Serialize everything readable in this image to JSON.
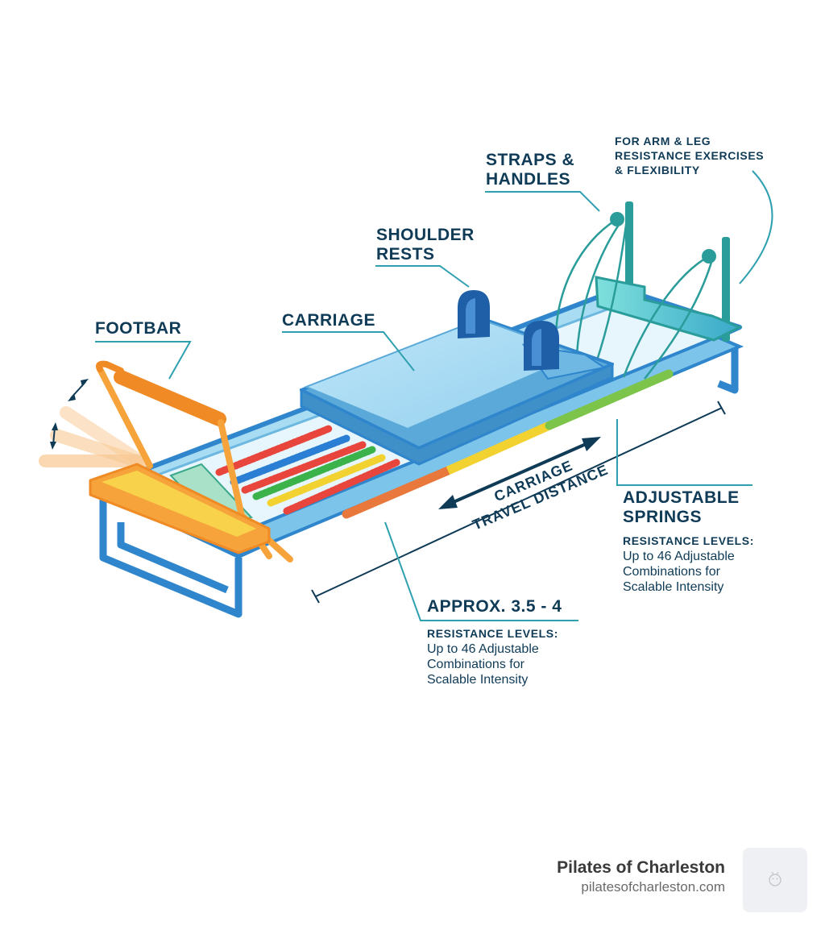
{
  "labels": {
    "footbar": "FOOTBAR",
    "carriage": "CARRIAGE",
    "shoulder_rests": [
      "SHOULDER",
      "RESTS"
    ],
    "straps_handles": [
      "STRAPS &",
      "HANDLES"
    ],
    "straps_note": [
      "FOR ARM & LEG",
      "RESISTANCE EXERCISES",
      "& FLEXIBILITY"
    ],
    "adjustable_springs": [
      "ADJUSTABLE",
      "SPRINGS"
    ],
    "springs_sub": "RESISTANCE LEVELS:",
    "springs_desc": [
      "Up to 46 Adjustable",
      "Combinations for",
      "Scalable Intensity"
    ],
    "approx": "APPROX. 3.5 - 4",
    "approx_sub": "RESISTANCE LEVELS:",
    "approx_desc": [
      "Up to 46 Adjustable",
      "Combinations for",
      "Scalable Intensity"
    ],
    "travel": [
      "CARRIAGE",
      "TRAVEL DISTANCE"
    ]
  },
  "footer": {
    "brand": "Pilates of Charleston",
    "url": "pilatesofcharleston.com"
  },
  "colors": {
    "text": "#0f3b57",
    "callout": "#2fa0b0",
    "frame": "#2f86cc",
    "frame_light": "#a8dcf2",
    "carriage": "#9fd6f2",
    "shoulder_rest": "#1e5fa8",
    "footbar": "#f08a24",
    "spring_red": "#e8453c",
    "spring_blue": "#2a7fd4",
    "spring_green": "#3cb34a",
    "spring_yellow": "#f2d230",
    "strap": "#2a9c9a"
  },
  "icons": [
    "up-down-arrow-icon",
    "double-arrow-icon",
    "logo-icon"
  ]
}
